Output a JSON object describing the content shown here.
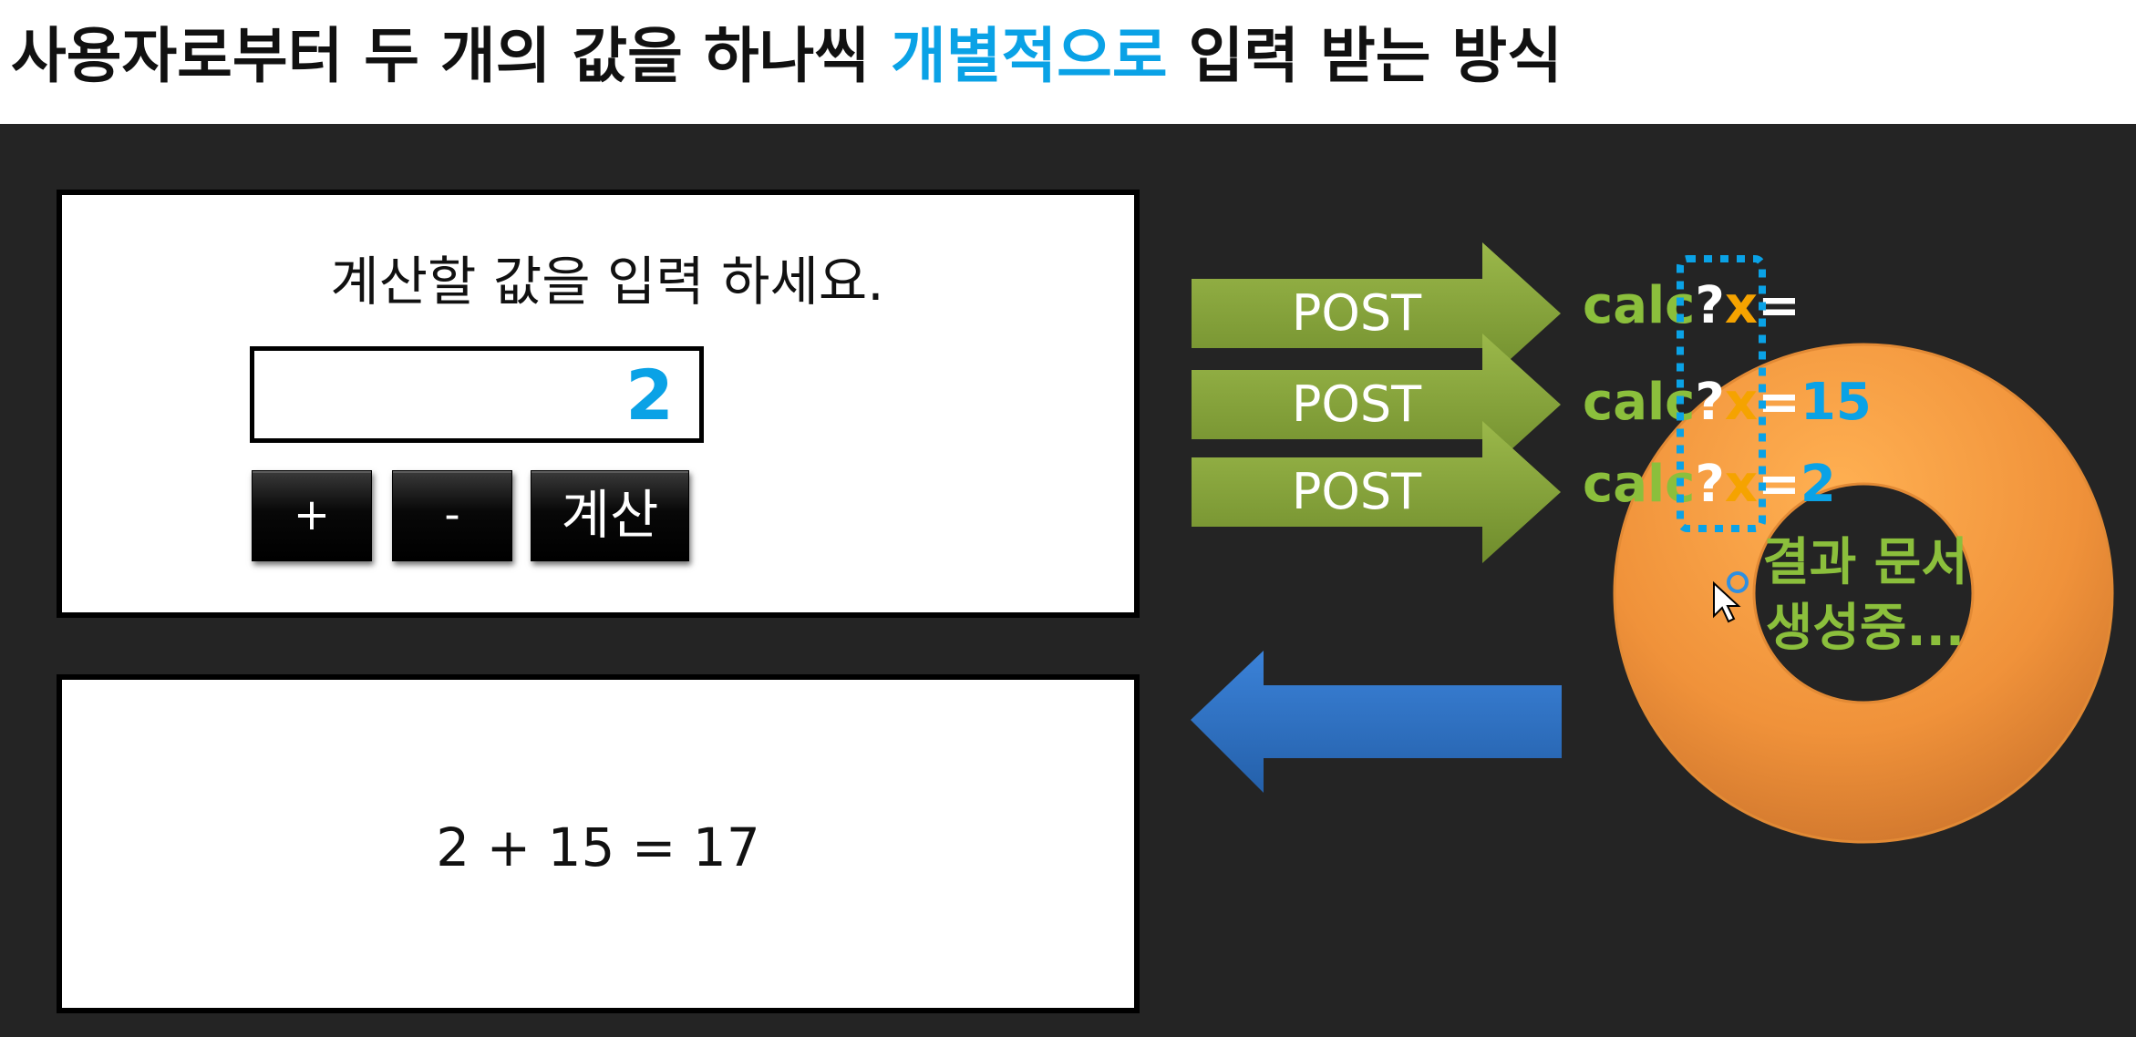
{
  "header": {
    "title_before": "사용자로부터 두 개의 값을 하나씩 ",
    "title_highlight": "개별적으로",
    "title_after": " 입력 받는 방식"
  },
  "form": {
    "prompt": "계산할 값을 입력 하세요.",
    "input_value": "2",
    "buttons": {
      "plus": "+",
      "minus": "-",
      "calc": "계산"
    }
  },
  "result": {
    "text": "2 + 15 = 17"
  },
  "requests": [
    {
      "method": "POST",
      "path": "calc",
      "q": "?",
      "param": "x",
      "eq": "=",
      "value": ""
    },
    {
      "method": "POST",
      "path": "calc",
      "q": "?",
      "param": "x",
      "eq": "=",
      "value": "15"
    },
    {
      "method": "POST",
      "path": "calc",
      "q": "?",
      "param": "x",
      "eq": "=",
      "value": "2"
    }
  ],
  "server": {
    "label_line1": "결과 문서",
    "label_line2": "생성중..."
  },
  "colors": {
    "highlight": "#0aa2e6",
    "arrow_green": "#8aa83c",
    "arrow_blue": "#2f73c6",
    "donut_orange": "#f29a3a",
    "param_orange": "#f5a300",
    "label_green": "#8bbf3c"
  }
}
